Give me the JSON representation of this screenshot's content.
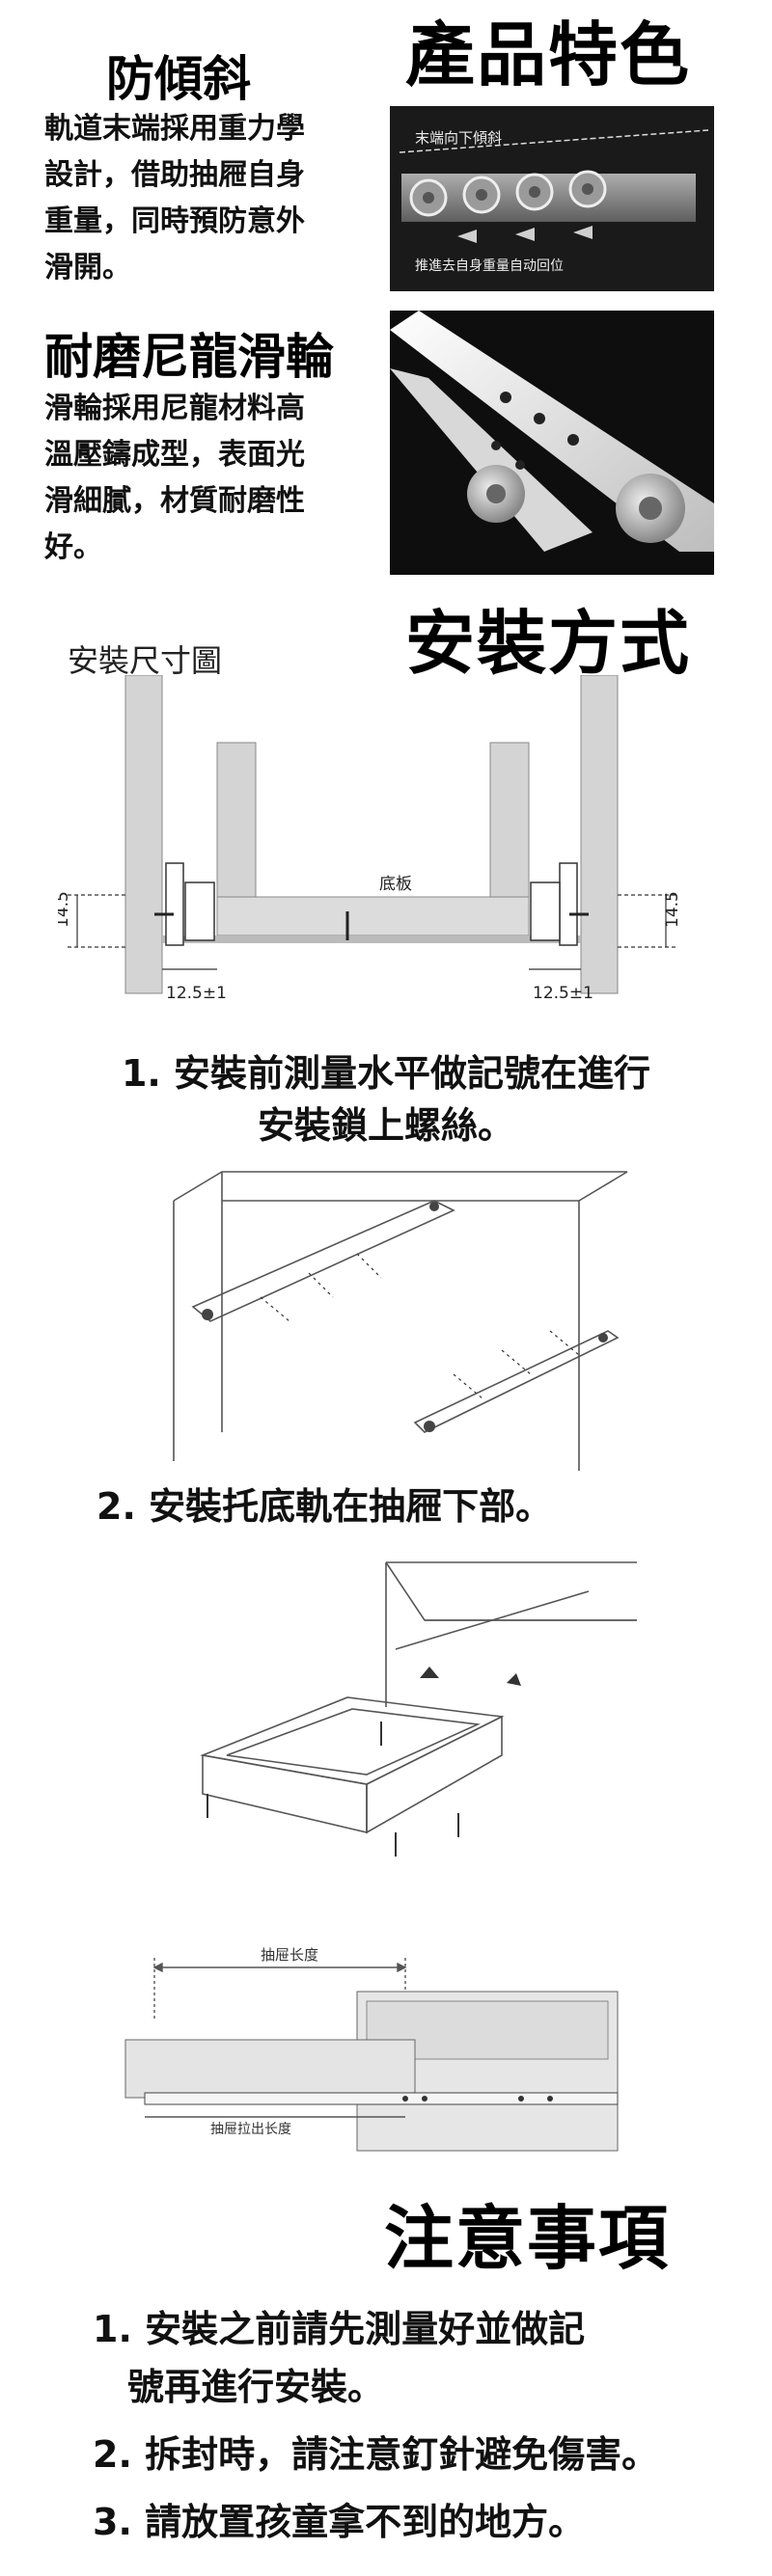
{
  "features": {
    "heading": "產品特色",
    "anti_tilt": {
      "title": "防傾斜",
      "lines": [
        "軌道末端採用重力學",
        "設計，借助抽屜自身",
        "重量，同時預防意外",
        "滑開。"
      ],
      "photo_top_caption": "末端向下傾斜",
      "photo_bottom_caption": "推進去自身重量自动回位"
    },
    "nylon_wheel": {
      "title": "耐磨尼龍滑輪",
      "lines": [
        "滑輪採用尼龍材料高",
        "溫壓鑄成型，表面光",
        "滑細膩，材質耐磨性",
        "好。"
      ]
    }
  },
  "install": {
    "heading": "安裝方式",
    "diagram_label": "安裝尺寸圖",
    "diagram": {
      "base_label": "底板",
      "left_height": "14.5",
      "right_height": "14.5",
      "left_gap": "12.5±1",
      "right_gap": "12.5±1"
    },
    "step1": [
      "1. 安裝前測量水平做記號在進行",
      "安裝鎖上螺絲。"
    ],
    "step2": "2. 安裝托底軌在抽屜下部。",
    "drawer_length_label": "抽屉长度",
    "pull_length_label": "抽屉拉出长度"
  },
  "notes": {
    "heading": "注意事項",
    "items": [
      [
        "1. 安裝之前請先測量好並做記",
        "號再進行安裝。"
      ],
      [
        "2. 拆封時，請注意釘針避免傷害。"
      ],
      [
        "3. 請放置孩童拿不到的地方。"
      ]
    ]
  }
}
